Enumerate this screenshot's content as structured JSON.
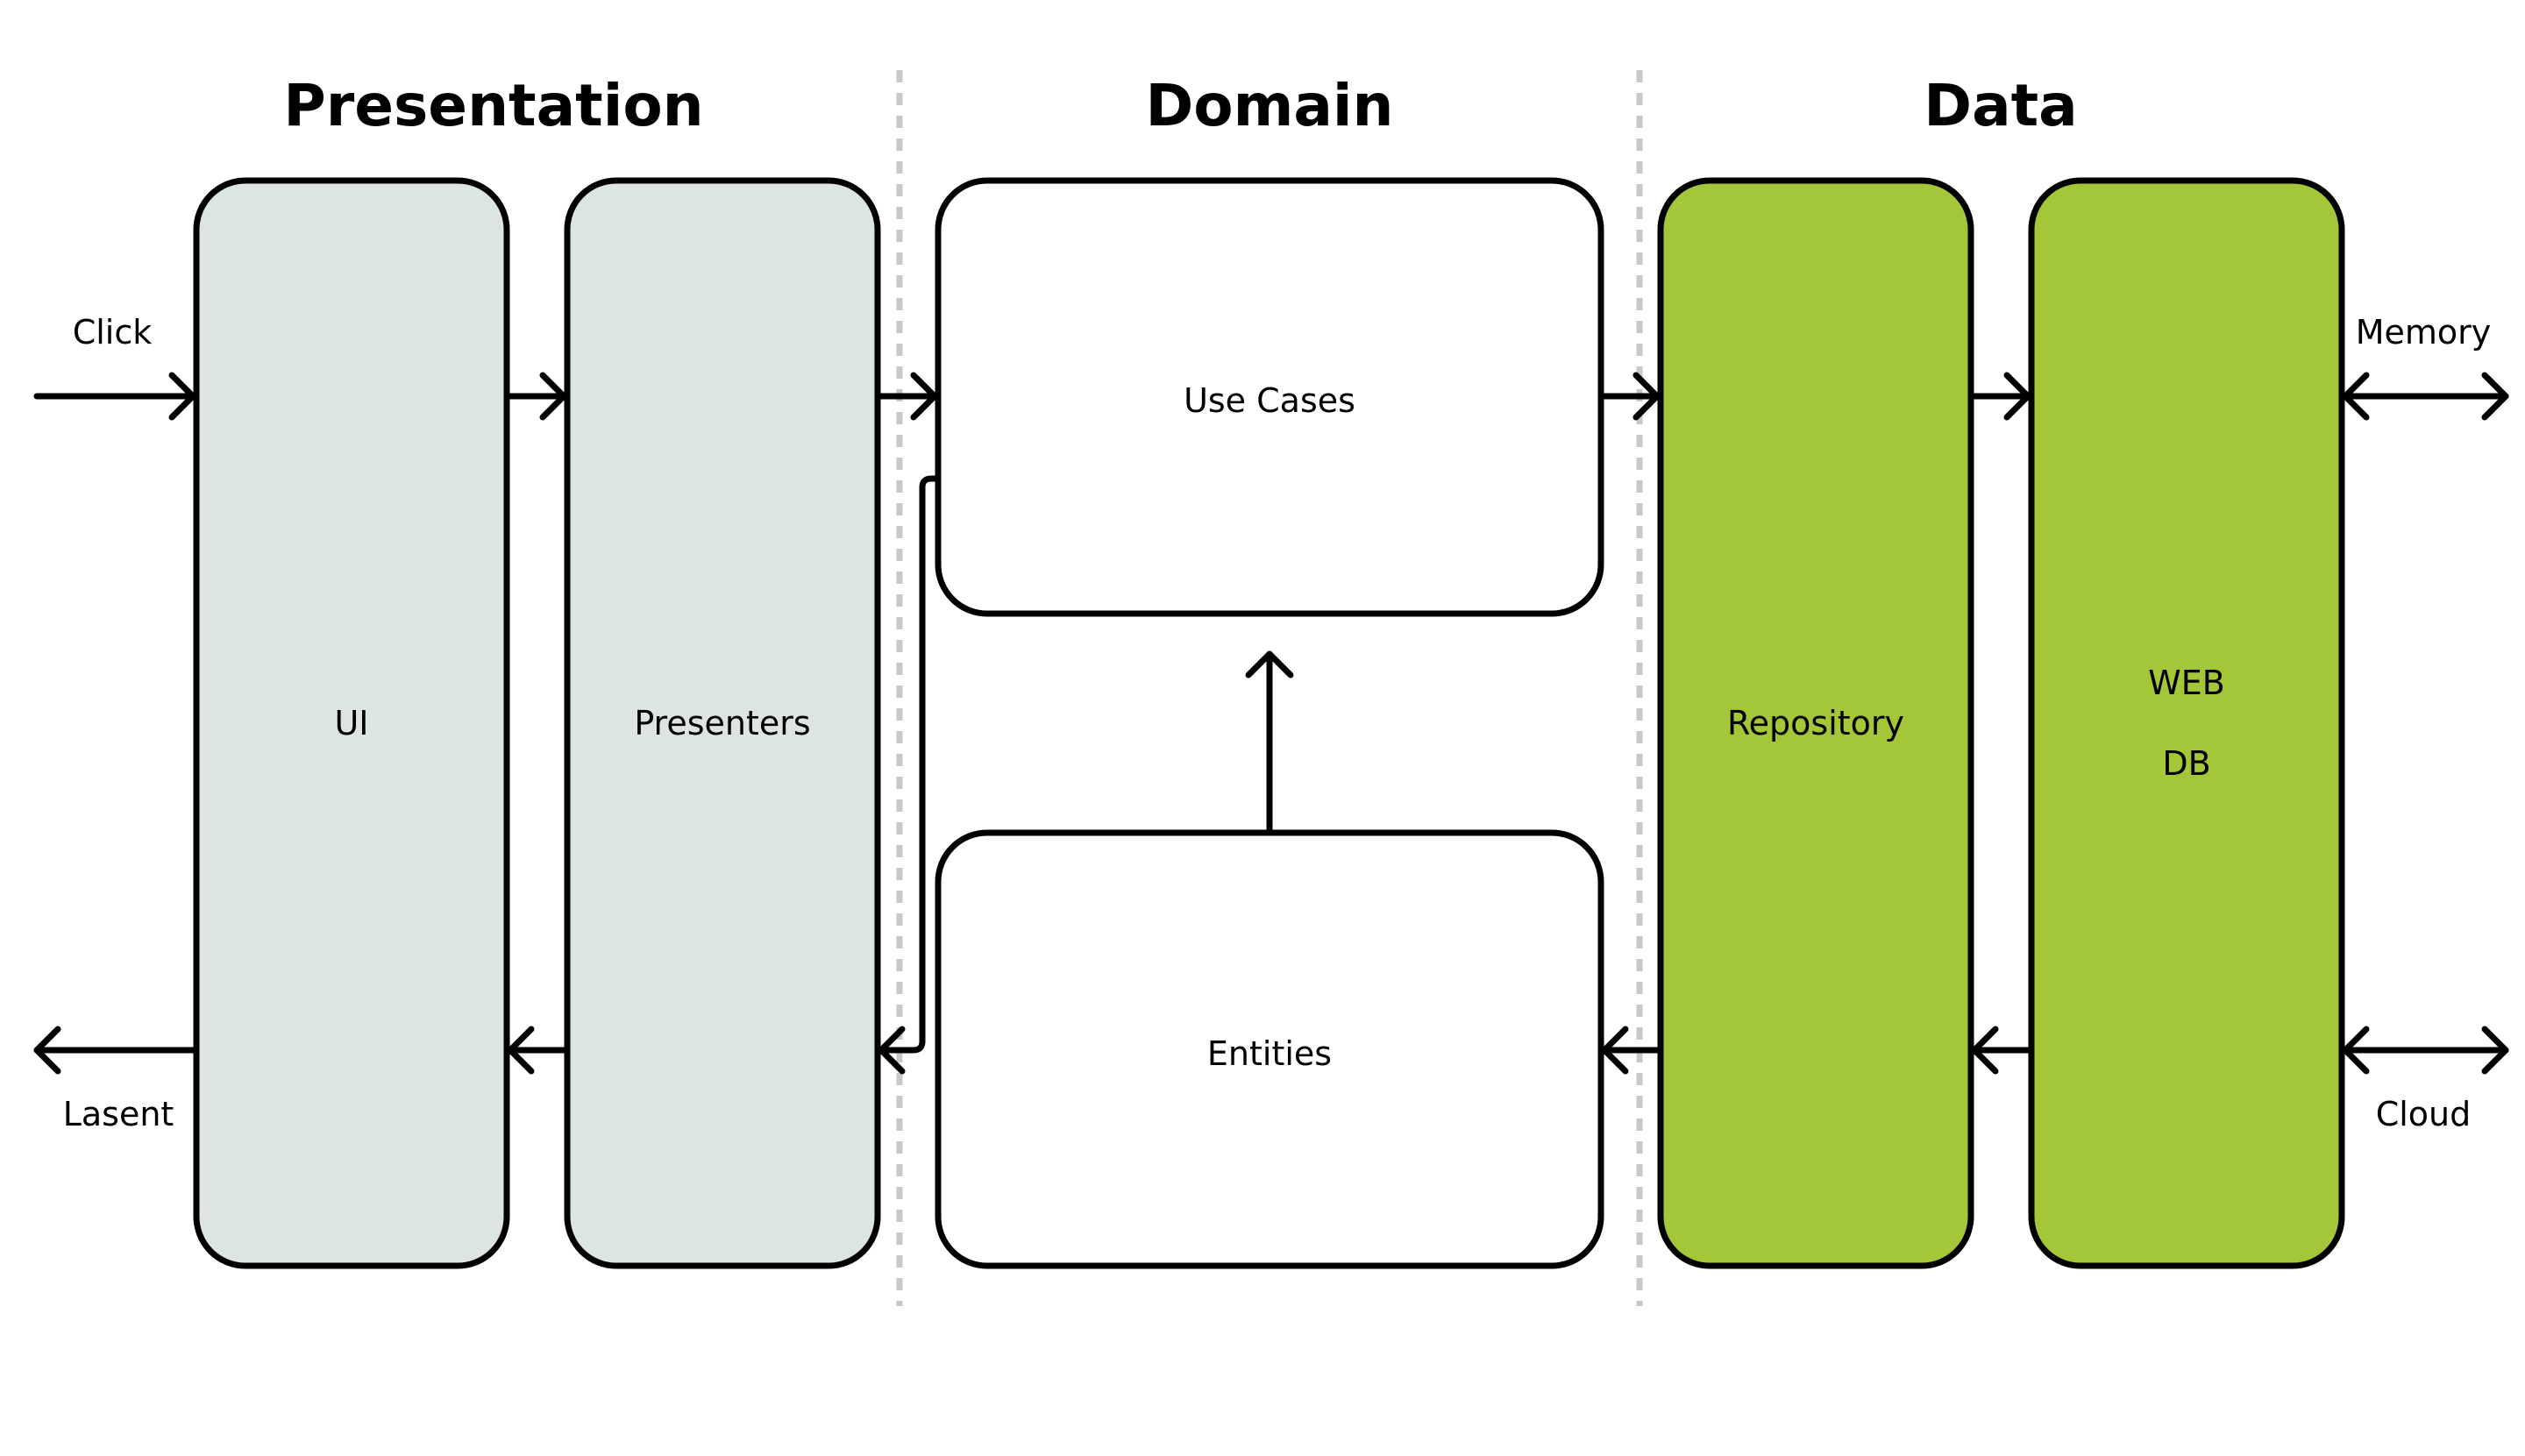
{
  "sections": {
    "presentation": "Presentation",
    "domain": "Domain",
    "data": "Data"
  },
  "boxes": {
    "ui": "UI",
    "presenters": "Presenters",
    "use_cases": "Use Cases",
    "entities": "Entities",
    "repository": "Repository",
    "web": "WEB",
    "db": "DB"
  },
  "edge_labels": {
    "click": "Click",
    "lasent": "Lasent",
    "memory": "Memory",
    "cloud": "Cloud"
  },
  "colors": {
    "presentation_fill": "#dde5e2",
    "domain_fill": "#ffffff",
    "data_fill": "#a4c639",
    "stroke": "#000000",
    "divider": "#c8c8c8"
  }
}
